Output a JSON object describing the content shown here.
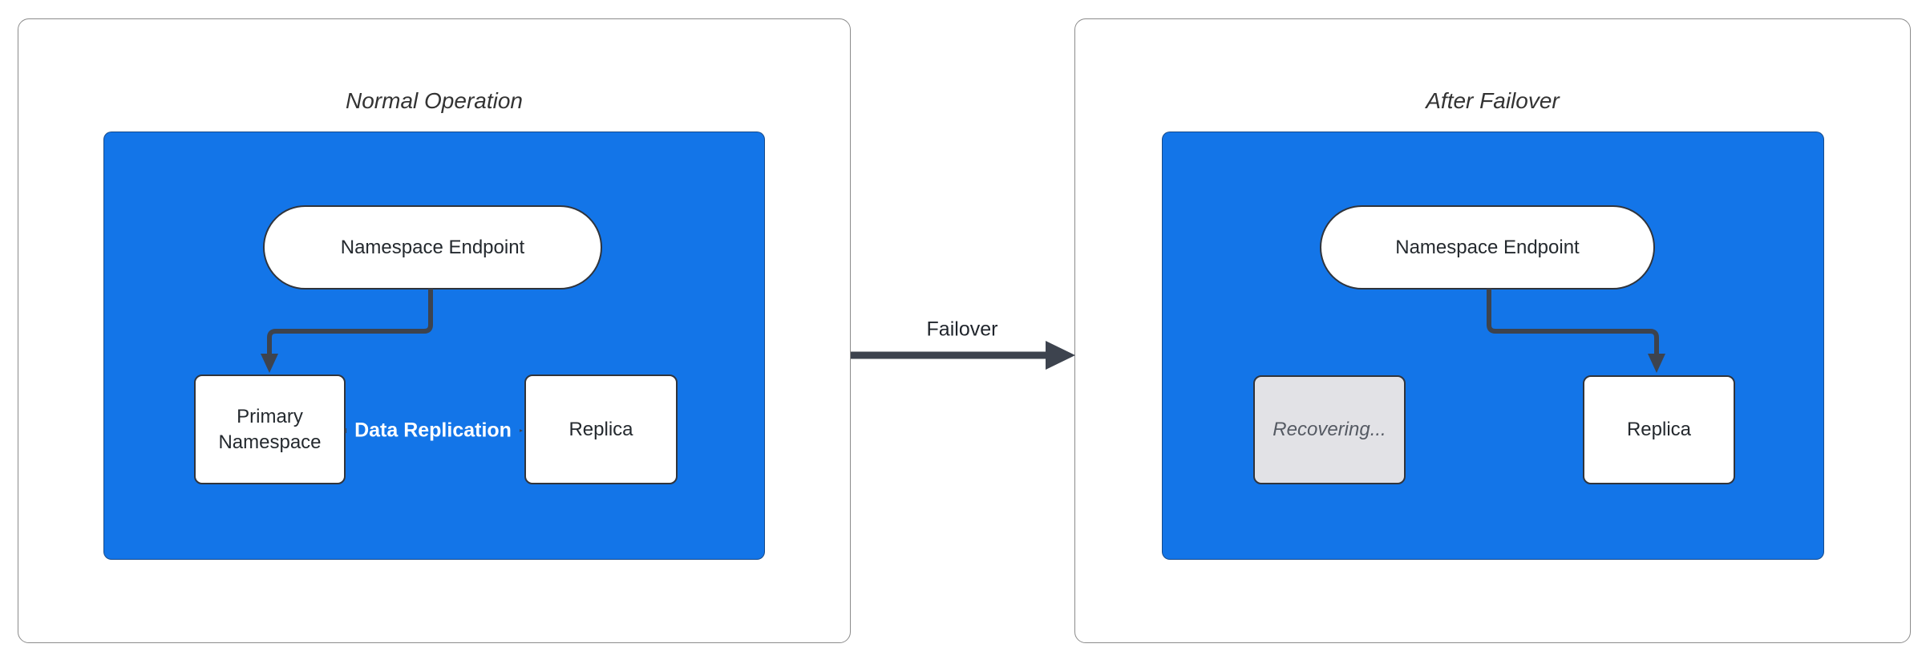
{
  "diagram": {
    "left_panel": {
      "title": "Normal Operation",
      "endpoint_label": "Namespace Endpoint",
      "primary_label": "Primary Namespace",
      "replica_label": "Replica",
      "replication_label": "Data Replication"
    },
    "right_panel": {
      "title": "After Failover",
      "endpoint_label": "Namespace Endpoint",
      "recovering_label": "Recovering...",
      "replica_label": "Replica"
    },
    "failover_label": "Failover",
    "colors": {
      "cluster_fill": "#1375e8",
      "node_fill": "#ffffff",
      "recovering_fill": "#e2e2e6",
      "edge_color": "#3d434e",
      "node_border": "#30343b",
      "panel_border": "#8b8b8b",
      "title_text": "#333333",
      "node_text": "#24292e",
      "replication_text": "#ffffff"
    }
  }
}
